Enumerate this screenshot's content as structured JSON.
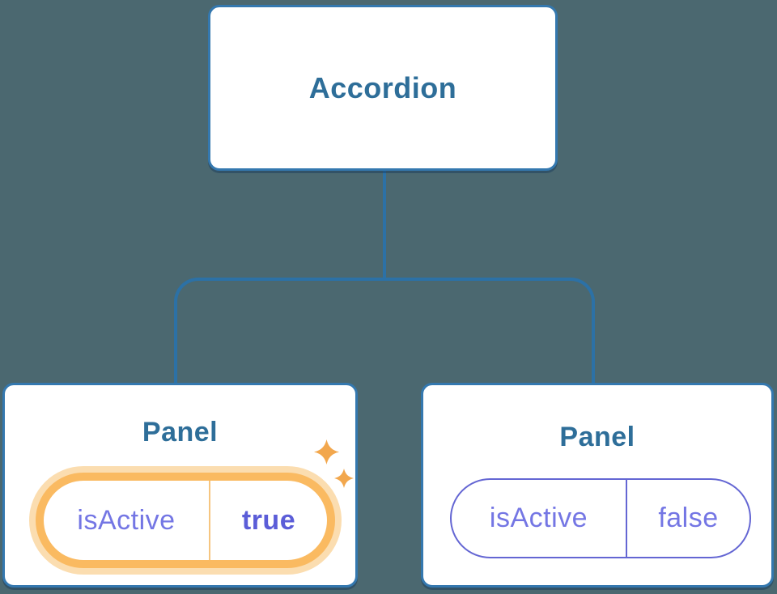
{
  "diagram": {
    "description": "Component tree diagram: Accordion parent passes isActive state to two Panel children",
    "root": {
      "label": "Accordion"
    },
    "panels": [
      {
        "title": "Panel",
        "pill": {
          "key": "isActive",
          "value": "true"
        },
        "active": true,
        "decoration": "sparkle-icons"
      },
      {
        "title": "Panel",
        "pill": {
          "key": "isActive",
          "value": "false"
        },
        "active": false,
        "decoration": null
      }
    ]
  },
  "colors": {
    "background": "#4B6870",
    "connector": "#2C71A6",
    "node_border": "#3478AF",
    "node_fill": "#FFFFFF",
    "node_title_text": "#2E6E99",
    "state_text": "#7476E4",
    "state_value_active_text": "#5B5DD8",
    "active_pill_border": "#FABA61",
    "active_pill_glow": "#FBDDB0",
    "active_pill_divider": "#F6C57F",
    "inactive_pill_border": "#6466D3",
    "sparkle": "#F2A74D"
  }
}
